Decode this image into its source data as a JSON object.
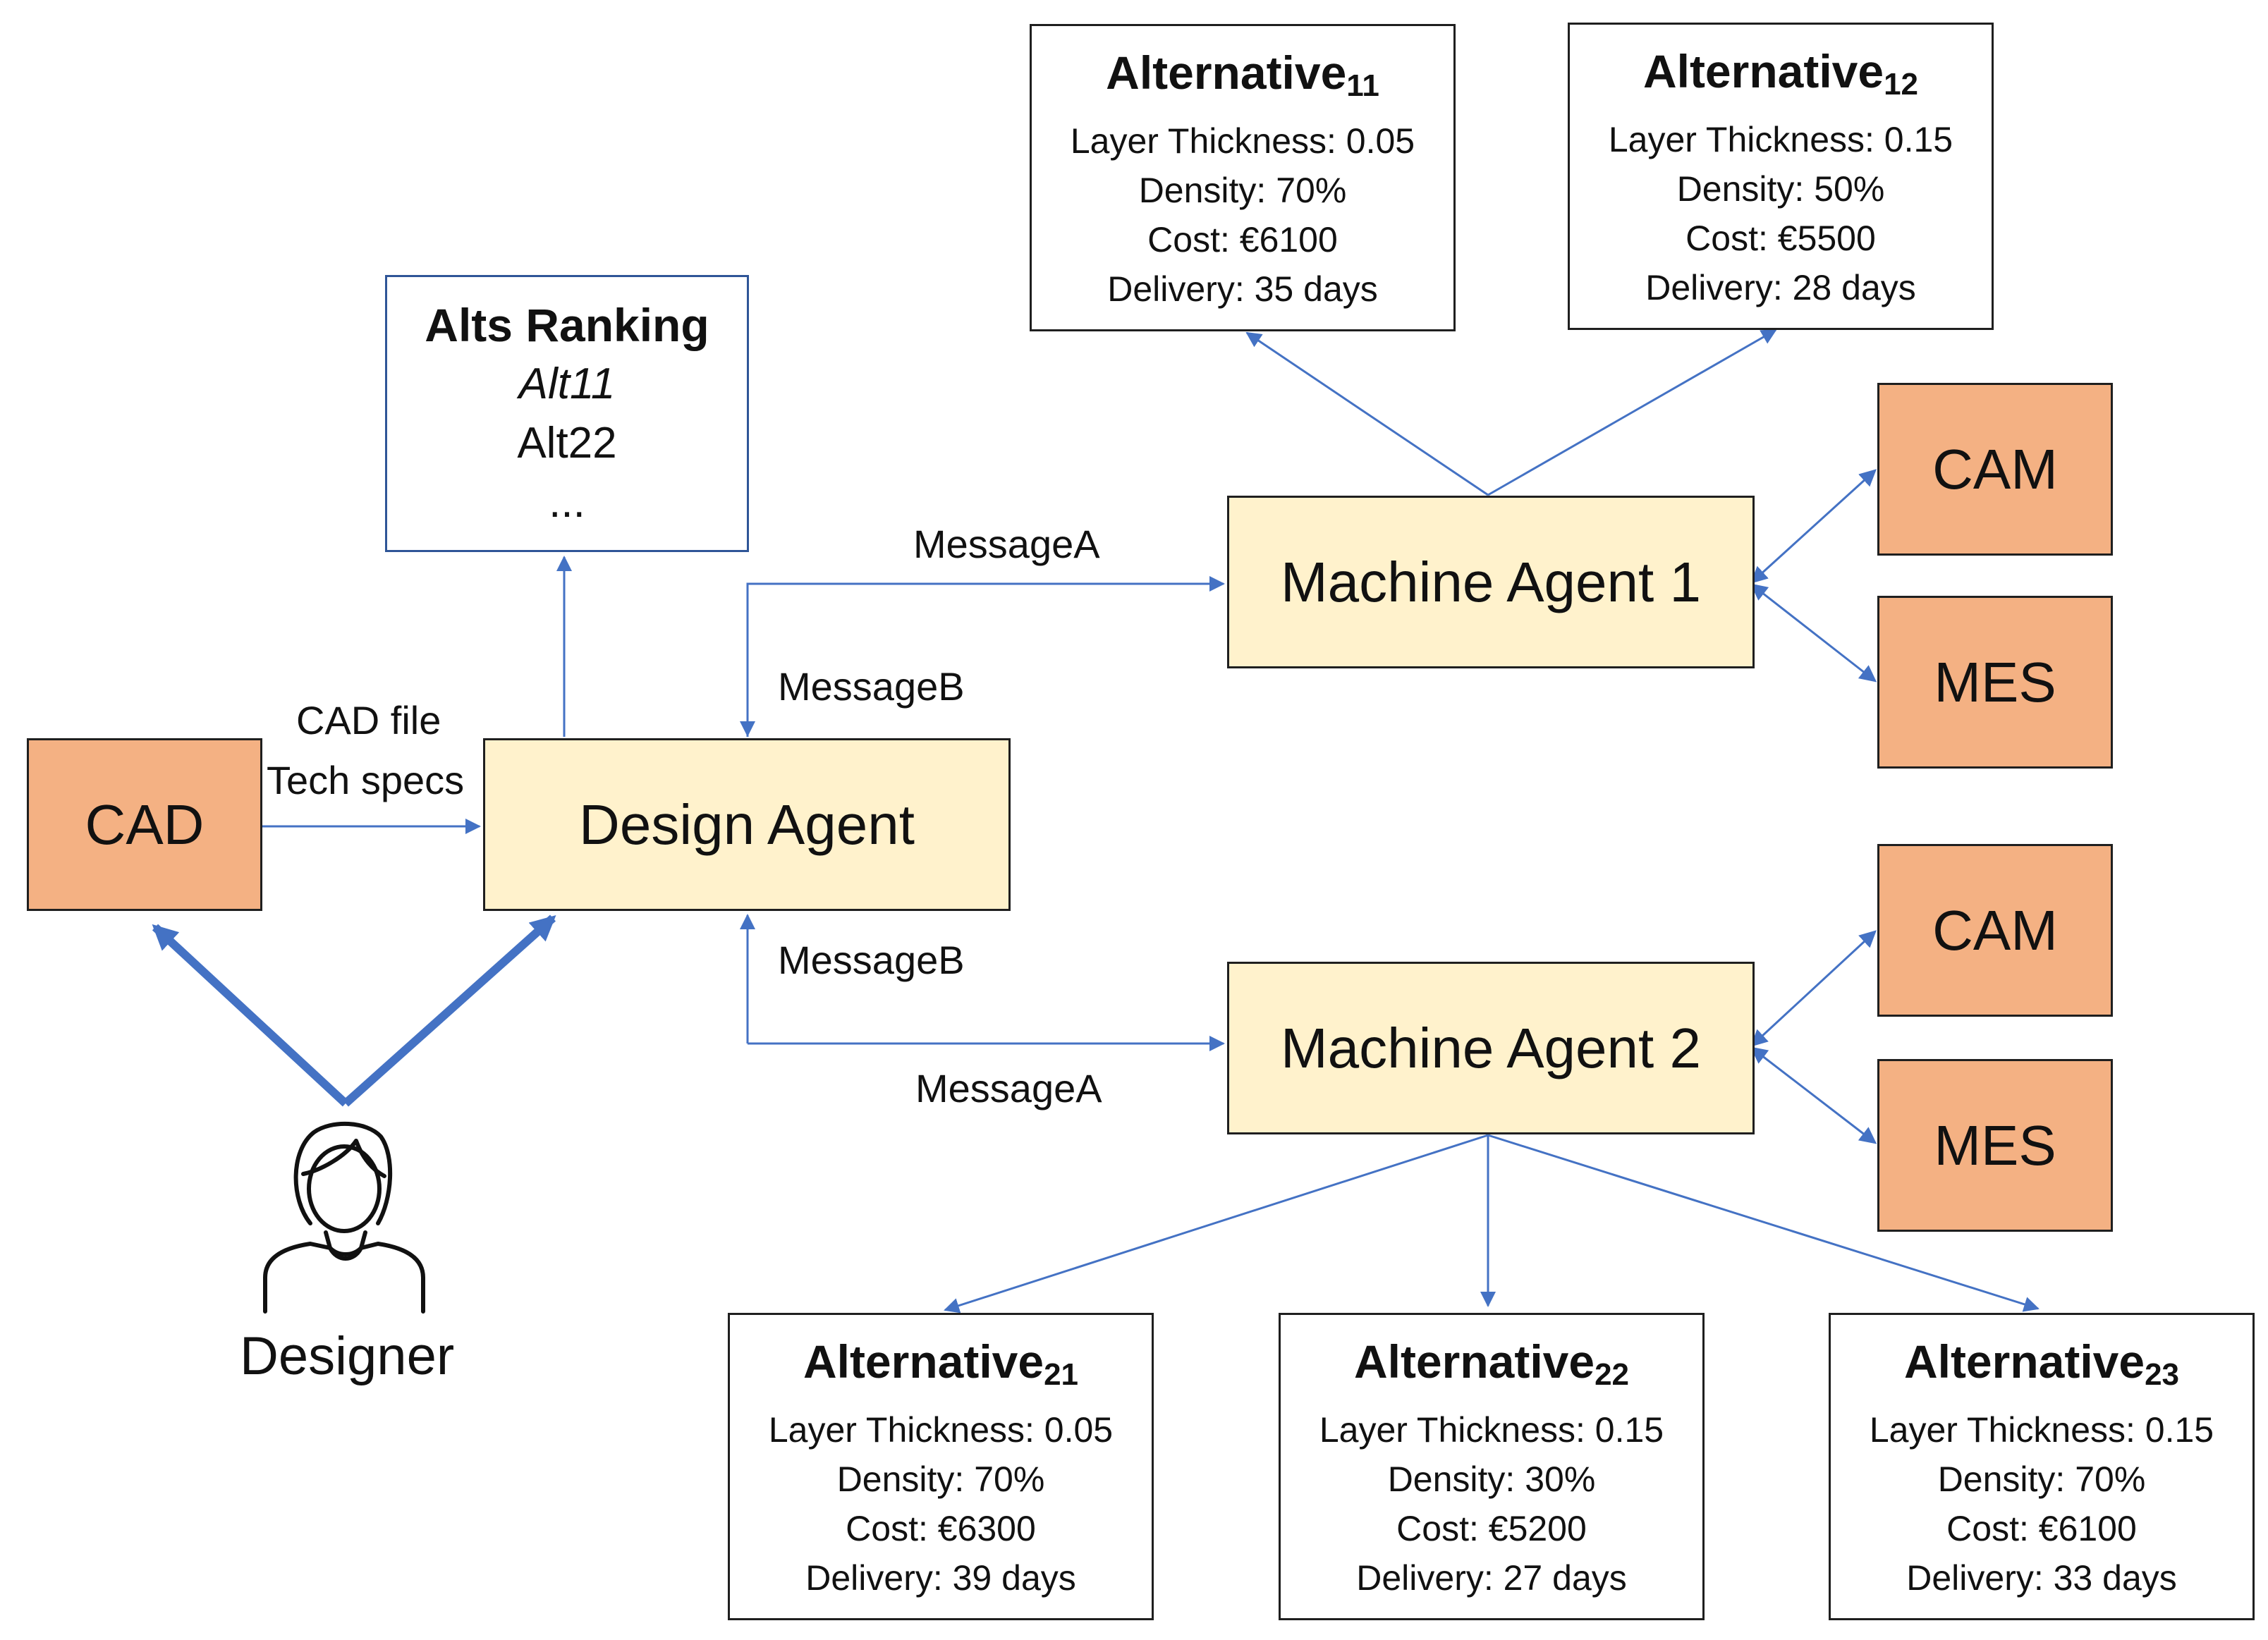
{
  "nodes": {
    "cad": "CAD",
    "design_agent": "Design Agent",
    "machine_agent_1": "Machine Agent 1",
    "machine_agent_2": "Machine Agent 2",
    "cam_1": "CAM",
    "mes_1": "MES",
    "cam_2": "CAM",
    "mes_2": "MES",
    "designer": "Designer"
  },
  "ranking": {
    "title": "Alts Ranking",
    "items": [
      "Alt11",
      "Alt22",
      "..."
    ]
  },
  "edge_labels": {
    "cad_file": "CAD file",
    "tech_specs": "Tech specs",
    "message_a_1": "MessageA",
    "message_b_1": "MessageB",
    "message_b_2": "MessageB",
    "message_a_2": "MessageA"
  },
  "alternatives": [
    {
      "name": "Alternative",
      "sub": "11",
      "layer": "Layer Thickness: 0.05",
      "density": "Density: 70%",
      "cost": "Cost: €6100",
      "delivery": "Delivery: 35 days"
    },
    {
      "name": "Alternative",
      "sub": "12",
      "layer": "Layer Thickness: 0.15",
      "density": "Density: 50%",
      "cost": "Cost: €5500",
      "delivery": "Delivery: 28 days"
    },
    {
      "name": "Alternative",
      "sub": "21",
      "layer": "Layer Thickness: 0.05",
      "density": "Density: 70%",
      "cost": "Cost: €6300",
      "delivery": "Delivery: 39 days"
    },
    {
      "name": "Alternative",
      "sub": "22",
      "layer": "Layer Thickness: 0.15",
      "density": "Density: 30%",
      "cost": "Cost: €5200",
      "delivery": "Delivery: 27 days"
    },
    {
      "name": "Alternative",
      "sub": "23",
      "layer": "Layer Thickness: 0.15",
      "density": "Density: 70%",
      "cost": "Cost: €6100",
      "delivery": "Delivery: 33 days"
    }
  ],
  "colors": {
    "connector": "#4472c4",
    "agent_fill": "#fff2cc",
    "system_fill": "#f4b183"
  }
}
